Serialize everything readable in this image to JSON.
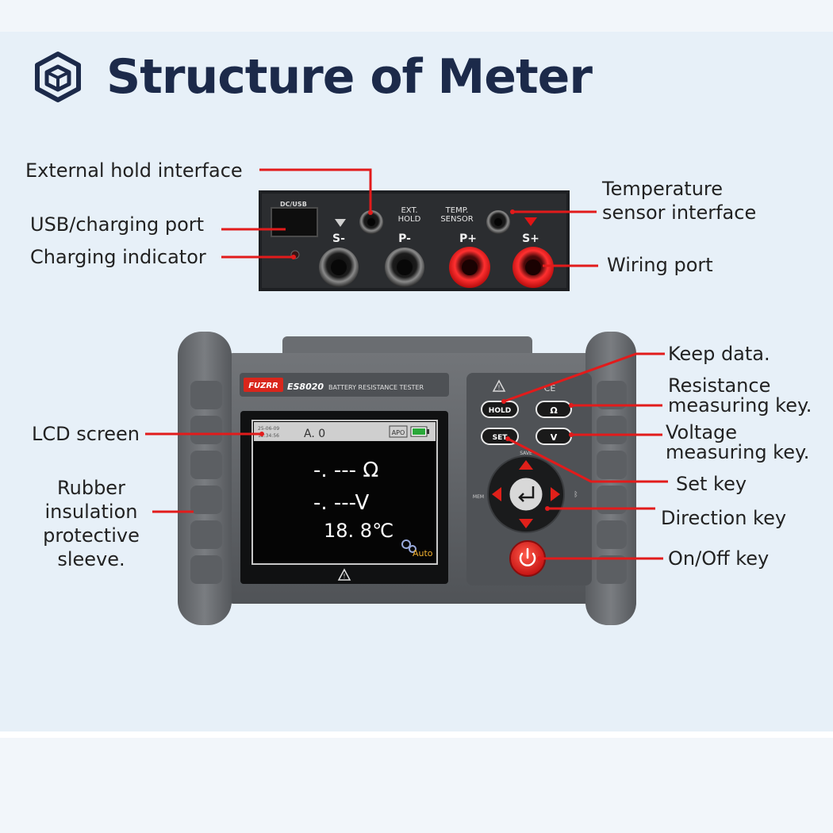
{
  "title": "Structure of Meter",
  "icons": {
    "title": "cube-box-icon",
    "power": "power-icon",
    "enter": "enter-icon",
    "warning": "warning-icon"
  },
  "colors": {
    "title": "#1c2a4a",
    "leader": "#e21b1b",
    "terminal_red": "#e01414",
    "body": "#5a5d61",
    "rubber": "#696c70"
  },
  "labels": {
    "external_hold": "External hold interface",
    "usb_port": "USB/charging port",
    "charging_indicator": "Charging indicator",
    "temp_sensor_1": "Temperature",
    "temp_sensor_2": "sensor interface",
    "wiring_port": "Wiring port",
    "keep_data": "Keep data.",
    "resistance_key_1": "Resistance",
    "resistance_key_2": "measuring key.",
    "voltage_key_1": "Voltage",
    "voltage_key_2": "measuring key.",
    "set_key": "Set key",
    "direction_key": "Direction key",
    "onoff_key": "On/Off key",
    "lcd_screen": "LCD screen",
    "rubber_1": "Rubber",
    "rubber_2": "insulation",
    "rubber_3": "protective",
    "rubber_4": "sleeve."
  },
  "top_panel": {
    "dcusb": "DC/USB",
    "ext_hold_1": "EXT.",
    "ext_hold_2": "HOLD",
    "temp_1": "TEMP.",
    "temp_2": "SENSOR",
    "s_minus": "S-",
    "p_minus": "P-",
    "p_plus": "P+",
    "s_plus": "S+"
  },
  "device": {
    "brand": "FUZRR",
    "model": "ES8020",
    "subtitle": "BATTERY RESISTANCE TESTER",
    "ce": "CE",
    "hold_key": "HOLD",
    "ohm_key": "Ω",
    "set_key": "SET",
    "v_key": "V",
    "mem": "MEM",
    "save": "SAVE"
  },
  "lcd": {
    "date": "25-06-09",
    "time": "12:34:56",
    "mode": "A. 0",
    "apo": "APO",
    "resistance": "-. --- Ω",
    "voltage": "-. ---V",
    "temperature": "18. 8℃",
    "auto": "Auto"
  }
}
